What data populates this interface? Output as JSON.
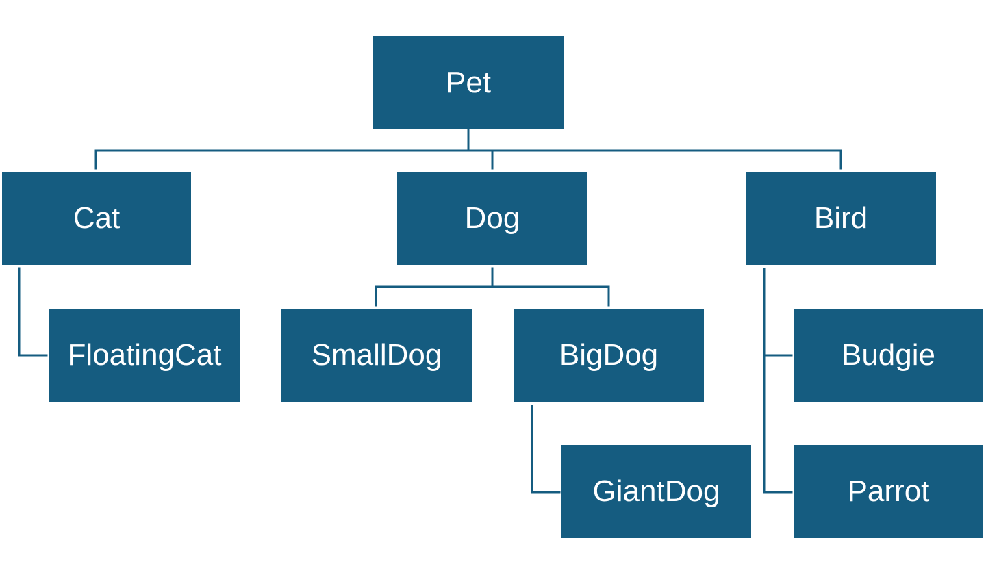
{
  "diagram": {
    "colors": {
      "node_fill": "#155c80",
      "node_text": "#ffffff",
      "connector": "#155c80",
      "background": "#ffffff"
    },
    "nodes": {
      "pet": "Pet",
      "cat": "Cat",
      "dog": "Dog",
      "bird": "Bird",
      "floatingcat": "FloatingCat",
      "smalldog": "SmallDog",
      "bigdog": "BigDog",
      "giantdog": "GiantDog",
      "budgie": "Budgie",
      "parrot": "Parrot"
    },
    "edges": [
      {
        "from": "Pet",
        "to": "Cat"
      },
      {
        "from": "Pet",
        "to": "Dog"
      },
      {
        "from": "Pet",
        "to": "Bird"
      },
      {
        "from": "Cat",
        "to": "FloatingCat"
      },
      {
        "from": "Dog",
        "to": "SmallDog"
      },
      {
        "from": "Dog",
        "to": "BigDog"
      },
      {
        "from": "BigDog",
        "to": "GiantDog"
      },
      {
        "from": "Bird",
        "to": "Budgie"
      },
      {
        "from": "Bird",
        "to": "Parrot"
      }
    ]
  }
}
